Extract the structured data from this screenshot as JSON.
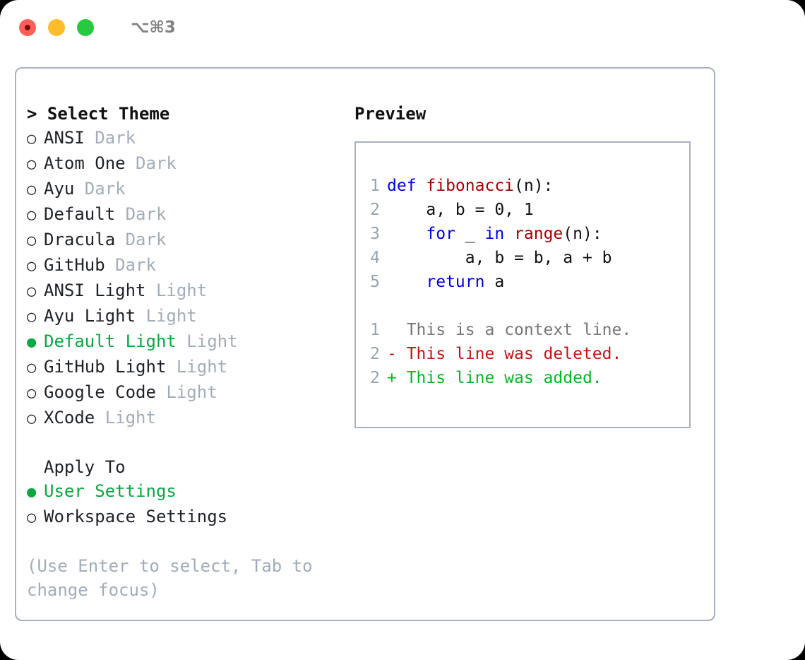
{
  "titlebar": {
    "shortcut": "⌥⌘3",
    "buttons": [
      {
        "name": "close",
        "color": "#ff5f57"
      },
      {
        "name": "minimize",
        "color": "#fdbc2c"
      },
      {
        "name": "zoom",
        "color": "#27c93f"
      }
    ]
  },
  "colors": {
    "accent_green": "#0ba83e",
    "muted": "#a2acba",
    "border": "#a6b1c2",
    "keyword_blue": "#0000ee",
    "function_red": "#aa0000",
    "diff_deleted": "#cc1111",
    "diff_added": "#00bb22",
    "diff_context": "#777777",
    "linenumber": "#97a3b4"
  },
  "theme_list": {
    "header": "> Select Theme",
    "items": [
      {
        "marker": "○",
        "label": "ANSI",
        "suffix": " Dark",
        "selected": false
      },
      {
        "marker": "○",
        "label": "Atom One",
        "suffix": " Dark",
        "selected": false
      },
      {
        "marker": "○",
        "label": "Ayu",
        "suffix": " Dark",
        "selected": false
      },
      {
        "marker": "○",
        "label": "Default",
        "suffix": " Dark",
        "selected": false
      },
      {
        "marker": "○",
        "label": "Dracula",
        "suffix": " Dark",
        "selected": false
      },
      {
        "marker": "○",
        "label": "GitHub",
        "suffix": " Dark",
        "selected": false
      },
      {
        "marker": "○",
        "label": "ANSI Light",
        "suffix": " Light",
        "selected": false
      },
      {
        "marker": "○",
        "label": "Ayu Light",
        "suffix": " Light",
        "selected": false
      },
      {
        "marker": "●",
        "label": "Default Light",
        "suffix": " Light",
        "selected": true
      },
      {
        "marker": "○",
        "label": "GitHub Light",
        "suffix": " Light",
        "selected": false
      },
      {
        "marker": "○",
        "label": "Google Code",
        "suffix": " Light",
        "selected": false
      },
      {
        "marker": "○",
        "label": "XCode",
        "suffix": " Light",
        "selected": false
      }
    ]
  },
  "apply_to": {
    "header": "Apply To",
    "items": [
      {
        "marker": "●",
        "label": "User Settings",
        "selected": true
      },
      {
        "marker": "○",
        "label": "Workspace Settings",
        "selected": false
      }
    ]
  },
  "hint": "(Use Enter to select, Tab to change focus)",
  "preview": {
    "header": "Preview",
    "code_lines": [
      {
        "num": "1",
        "tokens": [
          {
            "text": "def ",
            "type": "keyword"
          },
          {
            "text": "fibonacci",
            "type": "function"
          },
          {
            "text": "(n):",
            "type": "plain"
          }
        ]
      },
      {
        "num": "2",
        "tokens": [
          {
            "text": "    a, b = 0, 1",
            "type": "plain"
          }
        ]
      },
      {
        "num": "3",
        "tokens": [
          {
            "text": "    ",
            "type": "plain"
          },
          {
            "text": "for",
            "type": "keyword"
          },
          {
            "text": " _ ",
            "type": "plain"
          },
          {
            "text": "in ",
            "type": "keyword"
          },
          {
            "text": "range",
            "type": "function"
          },
          {
            "text": "(n):",
            "type": "plain"
          }
        ]
      },
      {
        "num": "4",
        "tokens": [
          {
            "text": "        a, b = b, a + b",
            "type": "plain"
          }
        ]
      },
      {
        "num": "5",
        "tokens": [
          {
            "text": "    ",
            "type": "plain"
          },
          {
            "text": "return",
            "type": "keyword"
          },
          {
            "text": " a",
            "type": "plain"
          }
        ]
      }
    ],
    "diff_lines": [
      {
        "num": "1",
        "text": "  This is a context line.",
        "kind": "context"
      },
      {
        "num": "2",
        "text": "- This line was deleted.",
        "kind": "deleted"
      },
      {
        "num": "2",
        "text": "+ This line was added.",
        "kind": "added"
      }
    ]
  }
}
